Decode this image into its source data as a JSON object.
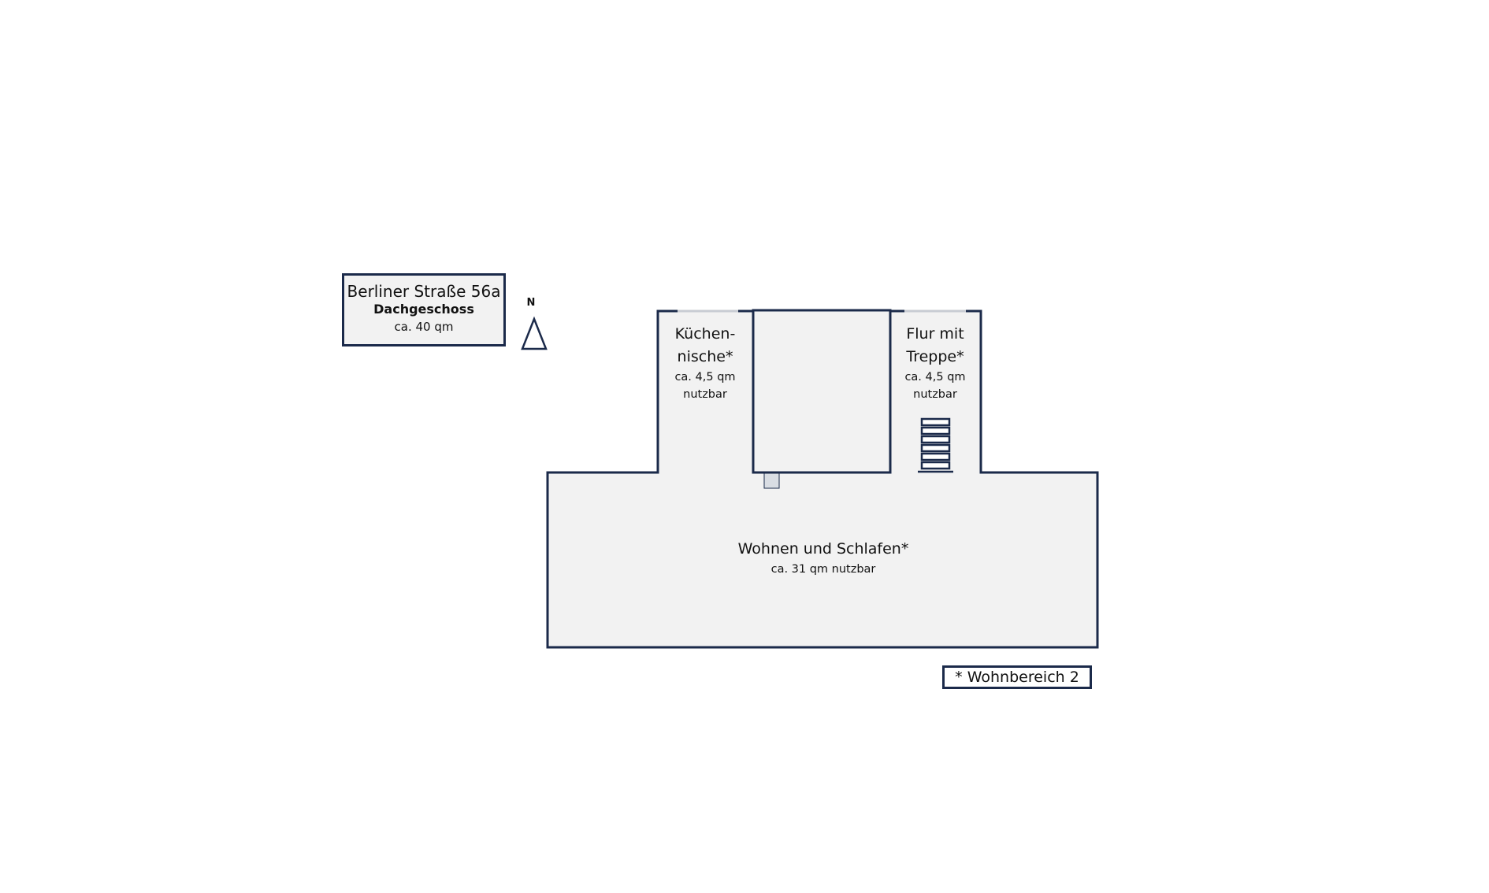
{
  "header": {
    "address": "Berliner Straße 56a",
    "floor": "Dachgeschoss",
    "total_area": "ca. 40 qm"
  },
  "compass": {
    "label": "N"
  },
  "rooms": {
    "kitchen": {
      "name_line1": "Küchen-",
      "name_line2": "nische*",
      "size_line1": "ca. 4,5 qm",
      "size_line2": "nutzbar"
    },
    "hall": {
      "name_line1": "Flur mit",
      "name_line2": "Treppe*",
      "size_line1": "ca. 4,5 qm",
      "size_line2": "nutzbar"
    },
    "living": {
      "name": "Wohnen und Schlafen*",
      "size": "ca. 31 qm nutzbar"
    }
  },
  "legend": {
    "note": "* Wohnbereich 2"
  },
  "colors": {
    "wall": "#1b2a4a",
    "floor": "#f2f2f2",
    "chimney": "#d9dde3"
  },
  "stairs": {
    "steps": 6
  }
}
